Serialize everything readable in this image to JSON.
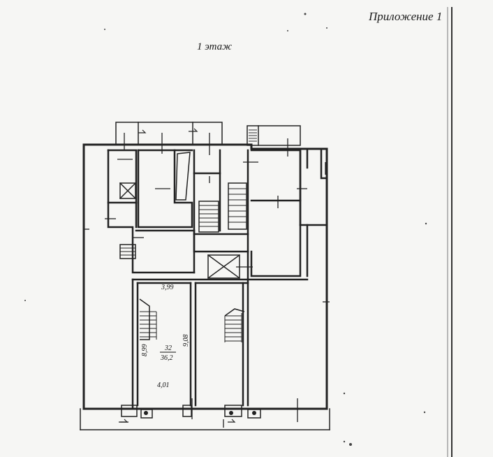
{
  "header": {
    "appendix": "Приложение 1",
    "floor_label": "1 этаж"
  },
  "room": {
    "width_top": "3,99",
    "width_bottom": "4,01",
    "length_left": "8,99",
    "length_right": "9,08",
    "number": "32",
    "area": "36,2"
  },
  "colors": {
    "paper": "#f6f6f4",
    "ink": "#222222"
  }
}
